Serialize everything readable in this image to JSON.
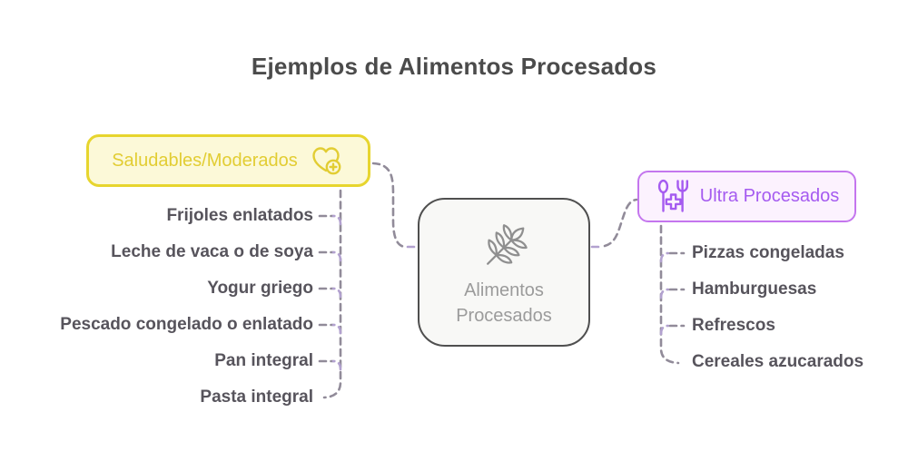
{
  "title": "Ejemplos de Alimentos Procesados",
  "center_node": {
    "label": "Alimentos Procesados",
    "icon": "wheat-icon"
  },
  "left_branch": {
    "label": "Saludables/Moderados",
    "icon": "heart-plus-icon",
    "items": [
      "Frijoles enlatados",
      "Leche de vaca o de soya",
      "Yogur griego",
      "Pescado congelado o enlatado",
      "Pan integral",
      "Pasta integral"
    ]
  },
  "right_branch": {
    "label": "Ultra Procesados",
    "icon": "fork-spoon-plus-icon",
    "items": [
      "Pizzas congeladas",
      "Hamburguesas",
      "Refrescos",
      "Cereales azucarados"
    ]
  },
  "colors": {
    "title_text": "#4b4b4b",
    "item_text": "#57545c",
    "yellow_border": "#e7d52e",
    "yellow_fill": "#fcf9d8",
    "yellow_text": "#e2cd33",
    "purple_border": "#c476ee",
    "purple_fill": "#fcf2fe",
    "purple_text": "#a55bf0",
    "center_border": "#4f4f4f",
    "center_fill": "#f8f8f6",
    "center_text": "#9b9b9b",
    "center_icon": "#8f8f8f",
    "connector_gray": "#918b99",
    "connector_lavender": "#b2a1cf"
  }
}
